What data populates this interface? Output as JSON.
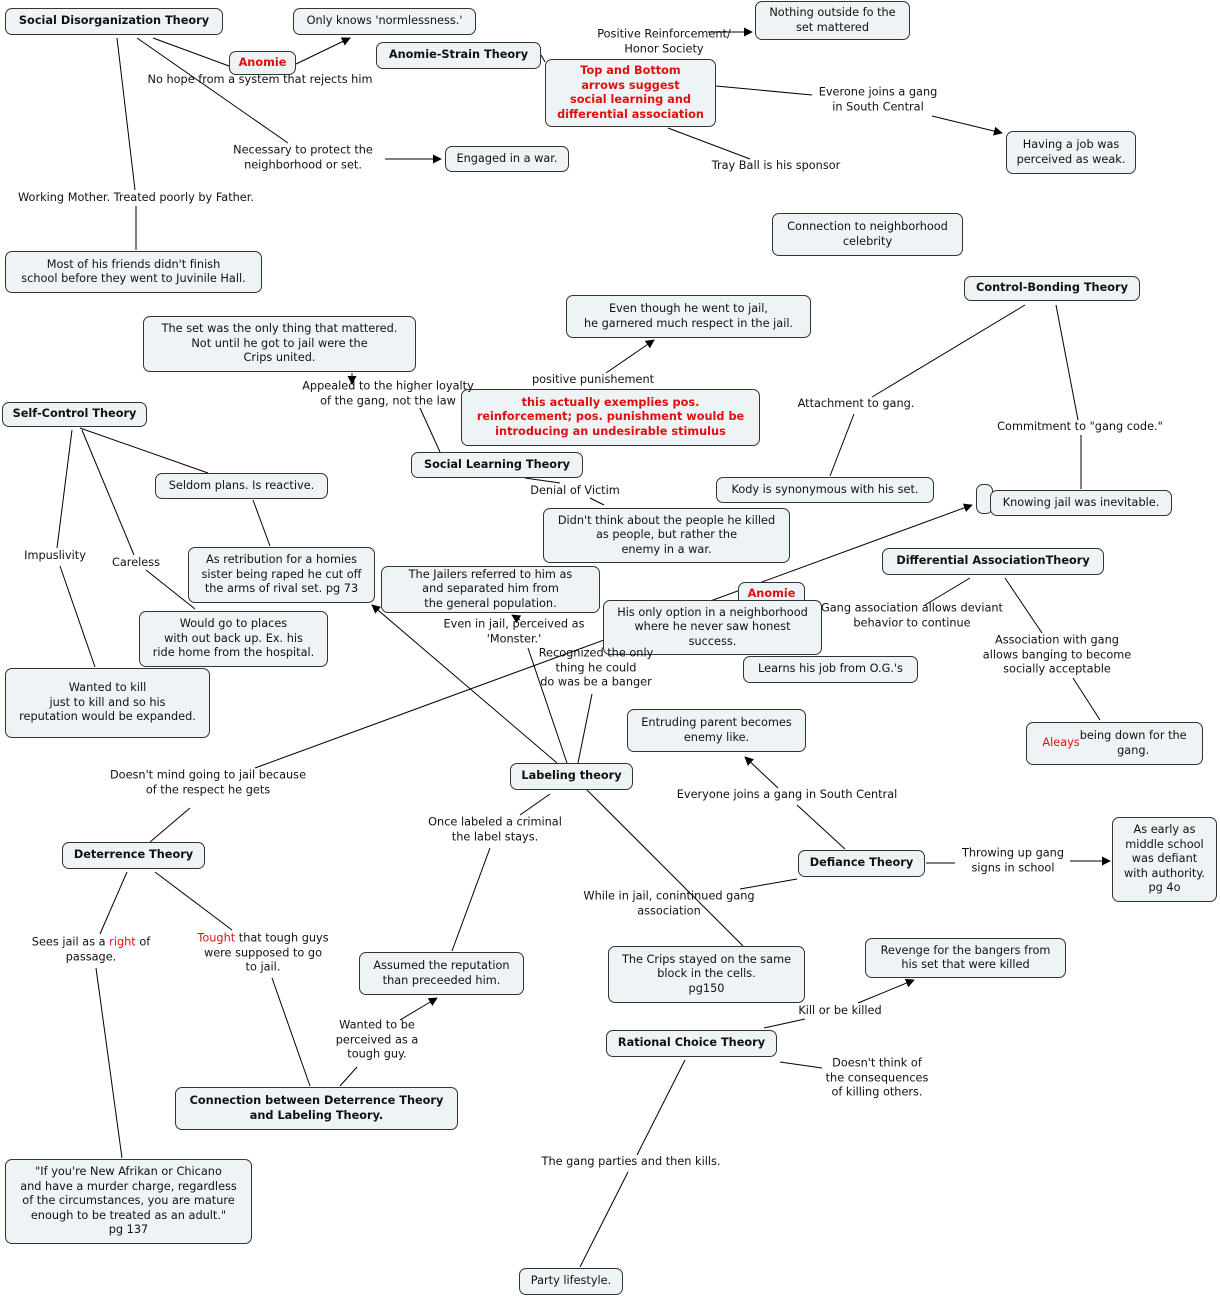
{
  "nodes": [
    {
      "id": "n1",
      "text": "Social Disorganization Theory",
      "style": "bold"
    },
    {
      "id": "n2",
      "text": "Only knows 'normlessness.'"
    },
    {
      "id": "n3",
      "text": "Anomie",
      "style": "red"
    },
    {
      "id": "n4",
      "text": "Nothing outside fo the\nset mattered"
    },
    {
      "id": "n5",
      "text": "Anomie-Strain Theory",
      "style": "bold"
    },
    {
      "id": "n6",
      "text": "Top and Bottom\narrows suggest\nsocial learning and\ndifferential association",
      "style": "red"
    },
    {
      "id": "n7",
      "text": "Engaged in a war."
    },
    {
      "id": "n8",
      "text": "Having a job was\nperceived as weak."
    },
    {
      "id": "n9",
      "text": "Connection to neighborhood\ncelebrity"
    },
    {
      "id": "n10",
      "text": "Most of his friends didn't finish\nschool before they went to Juvinile Hall."
    },
    {
      "id": "n11",
      "text": "Control-Bonding Theory",
      "style": "bold"
    },
    {
      "id": "n12",
      "text": "Even though he went to jail,\nhe garnered much respect in the jail."
    },
    {
      "id": "n13",
      "text": "The set was the only thing that mattered.\nNot until he got to jail were the\nCrips united."
    },
    {
      "id": "n14",
      "text": "Self-Control Theory",
      "style": "bold"
    },
    {
      "id": "n15",
      "text": "Social Learning Theory",
      "style": "bold"
    },
    {
      "id": "n16",
      "text": "this actually exemplies pos.\nreinforcement; pos. punishment would be\nintroducing an undesirable stimulus",
      "style": "red"
    },
    {
      "id": "n17",
      "text": "Seldom plans. Is reactive."
    },
    {
      "id": "n18",
      "text": "Kody is synonymous with his set."
    },
    {
      "id": "n19",
      "text": ""
    },
    {
      "id": "n20",
      "text": "Knowing jail was inevitable."
    },
    {
      "id": "n22",
      "text": "The Jailers referred to him as\nand separated him from\nthe general population."
    },
    {
      "id": "n21",
      "text": "Didn't think about the people he killed\nas people, but rather the\nenemy in a war."
    },
    {
      "id": "n23",
      "text": "As retribution for a homies\nsister being raped he cut off\nthe arms of rival set. pg 73"
    },
    {
      "id": "n24",
      "text": "Differential AssociationTheory",
      "style": "bold"
    },
    {
      "id": "n25",
      "text": "Anomie",
      "style": "red"
    },
    {
      "id": "n26",
      "text": "His only option in a neighborhood\nwhere he never saw honest\nsuccess."
    },
    {
      "id": "n27",
      "text": "Would go to places\nwith out back up. Ex. his\nride home from the hospital."
    },
    {
      "id": "n28",
      "text": "Learns his job from O.G.'s"
    },
    {
      "id": "n29",
      "text": "Wanted to kill\njust to kill and so his\nreputation would be expanded."
    },
    {
      "id": "n30",
      "text": "Entruding parent becomes\nenemy like."
    },
    {
      "id": "n31",
      "parts": [
        {
          "t": "Aleays",
          "red": true
        },
        {
          "t": " being down for the\ngang."
        }
      ]
    },
    {
      "id": "n32",
      "text": "Labeling theory",
      "style": "bold"
    },
    {
      "id": "n33",
      "text": "Deterrence Theory",
      "style": "bold"
    },
    {
      "id": "n34",
      "text": "Defiance Theory",
      "style": "bold"
    },
    {
      "id": "n35",
      "text": "As early as\nmiddle school\nwas defiant\nwith authority.\npg 4o"
    },
    {
      "id": "n36",
      "text": "Revenge for the bangers from\nhis set that were killed"
    },
    {
      "id": "n37",
      "text": "Assumed the reputation\nthan preceeded him."
    },
    {
      "id": "n38",
      "text": "The Crips stayed on the same\nblock in the cells.\npg150"
    },
    {
      "id": "n39",
      "text": "Rational Choice Theory",
      "style": "bold"
    },
    {
      "id": "n40",
      "text": "Connection between Deterrence Theory\nand Labeling Theory.",
      "style": "bold"
    },
    {
      "id": "n41",
      "text": "\"If you're New Afrikan or Chicano\nand have a murder charge, regardless\nof the circumstances, you are mature\nenough to be treated as an adult.\"\npg 137"
    },
    {
      "id": "n42",
      "text": "Party lifestyle."
    }
  ],
  "labels": [
    {
      "id": "l1",
      "text": "No hope from a system that rejects him"
    },
    {
      "id": "l2",
      "text": "Positive Reinforcement/\nHonor Society"
    },
    {
      "id": "l3",
      "text": "Everone joins a gang\nin South Central"
    },
    {
      "id": "l4",
      "text": "Necessary to protect the\nneighborhood or set."
    },
    {
      "id": "l5",
      "text": "Tray Ball is his sponsor"
    },
    {
      "id": "l6",
      "text": "Working Mother. Treated poorly by Father."
    },
    {
      "id": "l7",
      "text": "Appealed to the higher loyalty\nof the gang, not the law"
    },
    {
      "id": "l8",
      "text": "positive punishement"
    },
    {
      "id": "l9",
      "text": "Attachment to gang."
    },
    {
      "id": "l10",
      "text": "Commitment to \"gang code.\""
    },
    {
      "id": "l11",
      "text": "Denial of Victim"
    },
    {
      "id": "l12",
      "text": "Impuslivity"
    },
    {
      "id": "l13",
      "text": "Careless"
    },
    {
      "id": "l14",
      "text": "Gang association allows deviant\nbehavior to continue"
    },
    {
      "id": "l15",
      "text": "Even in jail, perceived as\n'Monster.'"
    },
    {
      "id": "l16",
      "text": "Association with gang\nallows banging to become\nsocially acceptable"
    },
    {
      "id": "l17",
      "text": "Recognized the only\nthing he could\ndo was be a banger"
    },
    {
      "id": "l18",
      "text": "Doesn't mind going to jail because\nof the respect he gets"
    },
    {
      "id": "l19",
      "text": "Everyone joins a gang in South Central"
    },
    {
      "id": "l20",
      "text": "Once labeled a criminal\nthe label stays."
    },
    {
      "id": "l21",
      "text": "Throwing up gang\nsigns in school"
    },
    {
      "id": "l22",
      "text": "While in jail, conintinued gang\nassociation"
    },
    {
      "id": "l23",
      "parts": [
        {
          "t": "Sees jail as a "
        },
        {
          "t": "right",
          "red": true
        },
        {
          "t": " of\npassage."
        }
      ]
    },
    {
      "id": "l24",
      "parts": [
        {
          "t": "Tought",
          "red": true
        },
        {
          "t": " that tough guys\nwere supposed to go\nto jail."
        }
      ]
    },
    {
      "id": "l25",
      "text": "Kill or be killed"
    },
    {
      "id": "l26",
      "text": "Wanted to be\nperceived as a\ntough guy."
    },
    {
      "id": "l27",
      "text": "Doesn't think of\nthe consequences\nof killing others."
    },
    {
      "id": "l28",
      "text": "The gang parties and then kills."
    }
  ],
  "colors": {
    "node_fill": "#eef3f5",
    "accent_red": "#e01010",
    "line": "#000000"
  }
}
